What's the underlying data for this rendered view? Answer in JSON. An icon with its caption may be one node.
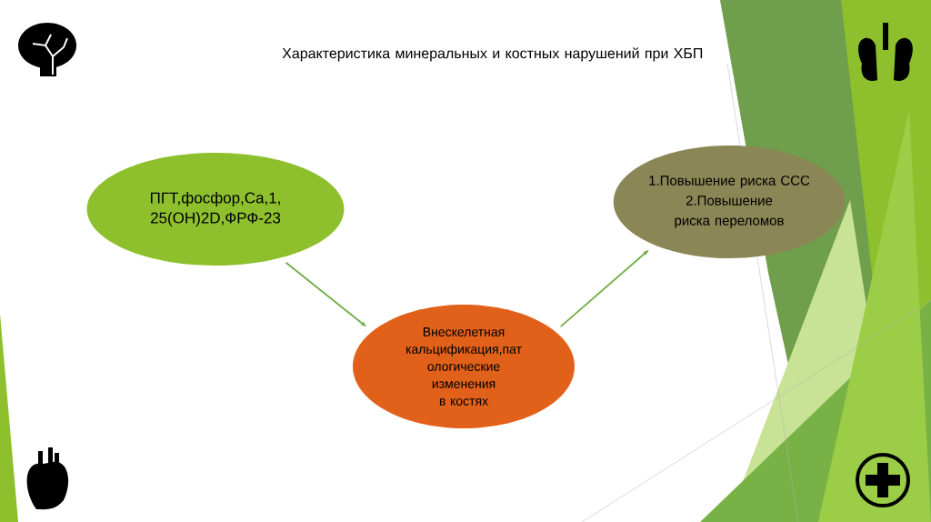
{
  "diagram": {
    "title": "Характеристика минеральных и костных нарушений при ХБП",
    "nodes": [
      {
        "text": [
          "ПГТ,фосфор,Ca,1, 25(OH)2D,ФРФ-23"
        ]
      },
      {
        "text": [
          "1.Повышение риска ССС",
          "2.Повышение риска переломов"
        ]
      },
      {
        "text": [
          "Внескелетная кальцификация,пат ологические изменения в костях"
        ]
      }
    ],
    "edges": [
      {
        "from": 0,
        "to": 2,
        "arrow": "to"
      },
      {
        "from": 2,
        "to": 1,
        "arrow": "to"
      }
    ]
  }
}
